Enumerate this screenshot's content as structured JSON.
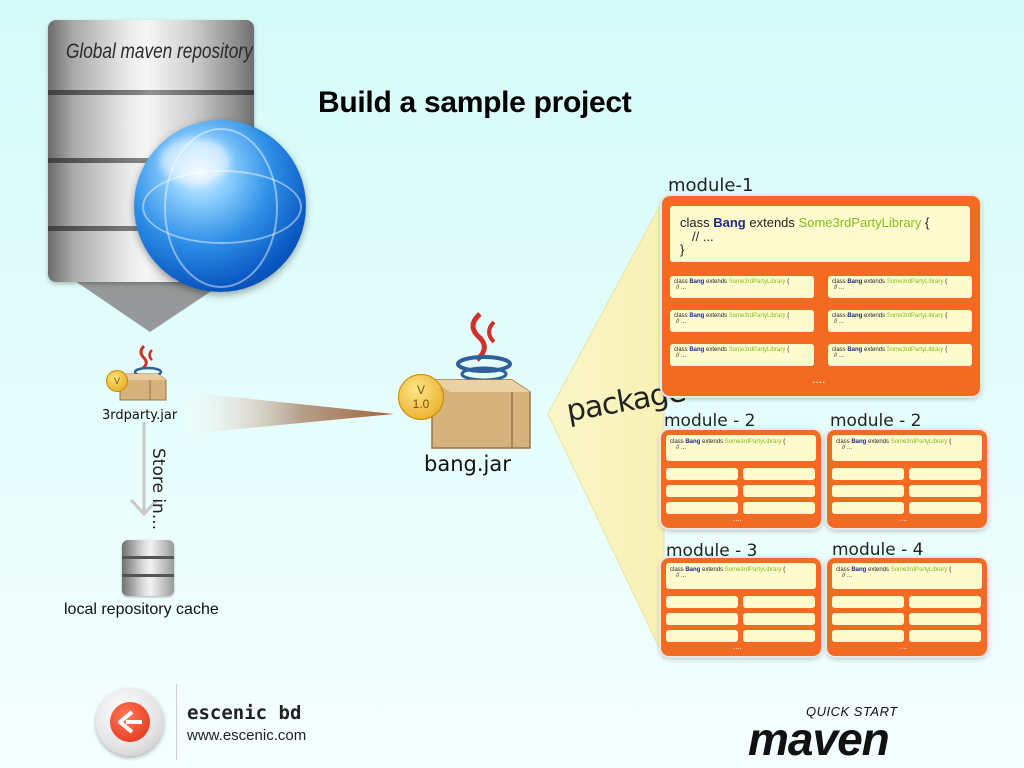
{
  "slide": {
    "title": "Build a sample project"
  },
  "repository": {
    "label": "Global maven repository"
  },
  "third_party": {
    "label": "3rdparty.jar",
    "badge": "V"
  },
  "store": {
    "label": "Store in..."
  },
  "cache": {
    "label": "local repository cache"
  },
  "bang": {
    "label": "bang.jar",
    "badge_v": "V",
    "badge_num": "1.0"
  },
  "package": {
    "label": "package"
  },
  "code": {
    "class_kw": "class",
    "class_name": "Bang",
    "extends_kw": "extends",
    "parent": "Some3rdPartyLibrary",
    "brace_open": "{",
    "comment": "// ...",
    "brace_close": "}"
  },
  "modules": [
    {
      "title": "module-1",
      "ellipsis": "...."
    },
    {
      "title": "module - 2",
      "ellipsis": "...."
    },
    {
      "title": "module - 2",
      "ellipsis": "...."
    },
    {
      "title": "module - 3",
      "ellipsis": "...."
    },
    {
      "title": "module - 4",
      "ellipsis": "...."
    }
  ],
  "footer": {
    "company": "escenic bd",
    "url": "www.escenic.com",
    "product_tag": "QUICK START",
    "product_name": "maven"
  },
  "colors": {
    "module_orange": "#f36a22",
    "card_yellow": "#fffbcf",
    "keyword_blue": "#1a2a8a",
    "keyword_green": "#7fbf1a",
    "globe_blue": "#1e74d8"
  }
}
